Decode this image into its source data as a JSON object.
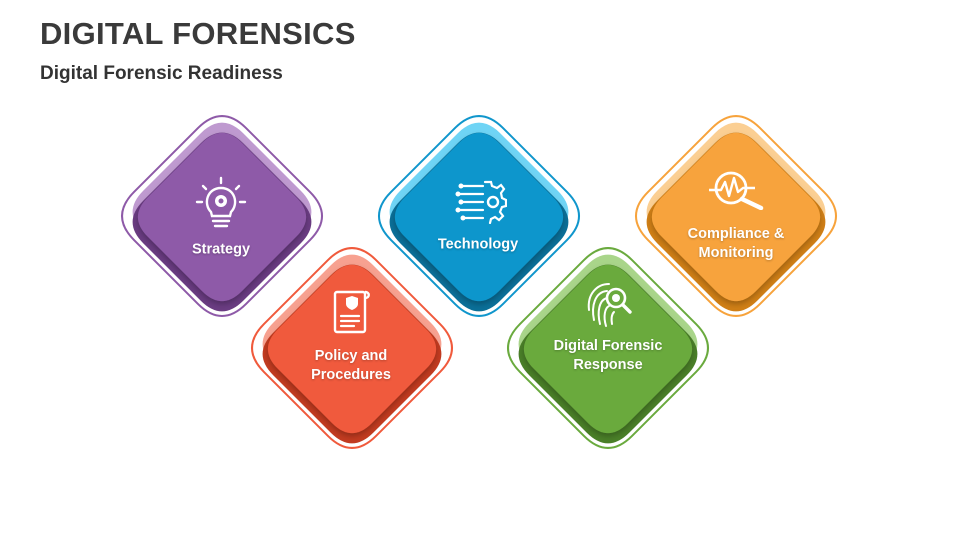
{
  "header": {
    "title": "DIGITAL FORENSICS",
    "subtitle": "Digital Forensic Readiness"
  },
  "items": [
    {
      "label": "Strategy",
      "color": "#8e5aa8",
      "light": "#bf9ad0",
      "dark": "#6a3c82",
      "icon": "lightbulb-gear-icon"
    },
    {
      "label": "Policy and\nProcedures",
      "color": "#f05a3c",
      "light": "#f7a190",
      "dark": "#c23b20",
      "icon": "policy-document-icon"
    },
    {
      "label": "Technology",
      "color": "#1096cc",
      "light": "#6fd4f5",
      "dark": "#0a6f98",
      "icon": "circuit-gear-icon"
    },
    {
      "label": "Digital Forensic\nResponse",
      "color": "#6aaa3e",
      "light": "#a9d58a",
      "dark": "#4a7f28",
      "icon": "fingerprint-search-icon"
    },
    {
      "label": "Compliance &\nMonitoring",
      "color": "#f7a33c",
      "light": "#fbcf93",
      "dark": "#d07f16",
      "icon": "magnifier-pulse-icon"
    }
  ]
}
